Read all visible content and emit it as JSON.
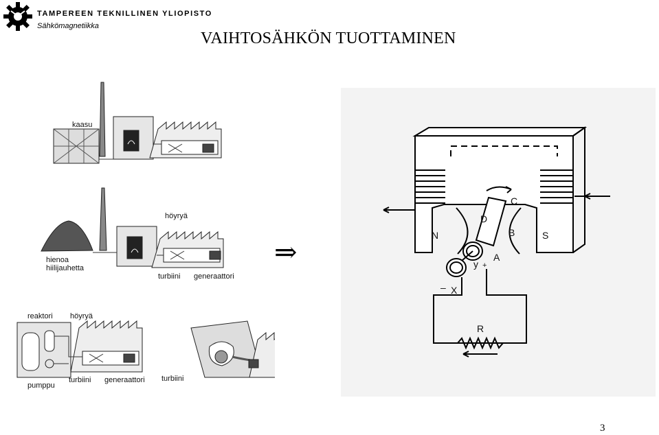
{
  "header": {
    "university": "TAMPEREEN TEKNILLINEN YLIOPISTO",
    "department": "Sähkömagnetiikka"
  },
  "slide": {
    "title": "VAIHTOSÄHKÖN TUOTTAMINEN",
    "page_number": "3",
    "arrow_symbol": "⇒"
  },
  "left_figure": {
    "plant1": {
      "fuel_label": "kaasu"
    },
    "plant2": {
      "steam_label": "höyryä",
      "fuel_label_line1": "hienoa",
      "fuel_label_line2": "hiilijauhetta",
      "turbine_label": "turbiini",
      "generator_label": "generaattori"
    },
    "plant3": {
      "reactor_label": "reaktori",
      "steam_label": "höyryä",
      "pump_label": "pumppu",
      "turbine_label": "turbiini",
      "generator_label": "generaattori"
    },
    "plant4": {
      "turbine_label": "turbiini"
    }
  },
  "right_figure": {
    "labels": {
      "north": "N",
      "south": "S",
      "loop_a": "A",
      "loop_b": "B",
      "loop_c": "C",
      "loop_d": "D",
      "brush_x": "X",
      "brush_y": "y",
      "resistor": "R",
      "minus": "–",
      "plus": "+"
    }
  }
}
